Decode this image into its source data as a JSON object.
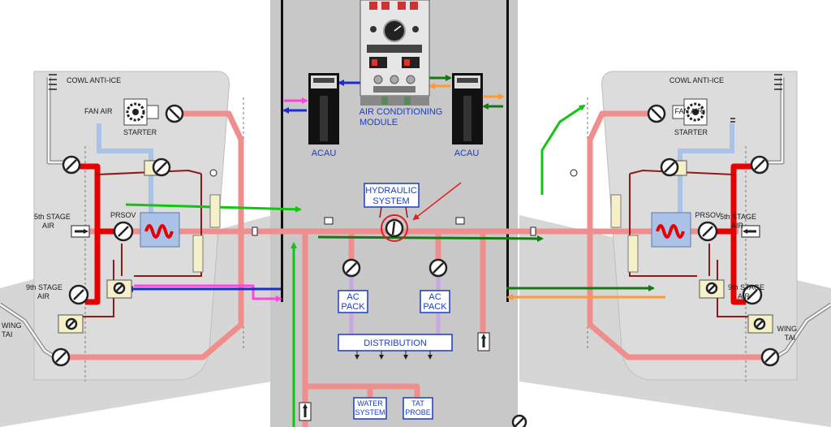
{
  "labels": {
    "cowl_left": "COWL ANTI-ICE",
    "cowl_right": "COWL ANTI-ICE",
    "fan_air_left": "FAN AIR",
    "fan_air_right": "FAN AIR",
    "starter_left": "STARTER",
    "starter_right": "STARTER",
    "fifth_stage_left": [
      "5th STAGE",
      "AIR"
    ],
    "fifth_stage_right": [
      "5th STAGE",
      "AIR"
    ],
    "ninth_stage_left": [
      "9th STAGE",
      "AIR"
    ],
    "ninth_stage_right": [
      "9th STAGE",
      "AIR"
    ],
    "prsov_left": "PRSOV",
    "prsov_right": "PRSOV",
    "wing_tai_left": [
      "WING",
      "TAI"
    ],
    "wing_tai_right": [
      "WING",
      "TAI"
    ],
    "acau_left": "ACAU",
    "acau_right": "ACAU",
    "air_conditioning_module": [
      "AIR CONDITIONING",
      "MODULE"
    ],
    "hydraulic_system": [
      "HYDRAULIC",
      "SYSTEM"
    ],
    "ac_pack_left": [
      "AC",
      "PACK"
    ],
    "ac_pack_right": [
      "AC",
      "PACK"
    ],
    "distribution": "DISTRIBUTION",
    "water_system": [
      "WATER",
      "SYSTEM"
    ],
    "tat_probe": [
      "TAT",
      "PROBE"
    ]
  },
  "colors": {
    "duct_hot": "#f08e8e",
    "duct_bleed": "#e60000",
    "duct_dark": "#8e1a1a",
    "duct_fan": "#a9c2e6",
    "flow_green": "#13c513",
    "flow_dark_green": "#117a11",
    "flow_magenta": "#ff44dd",
    "flow_blue": "#1a2bd8",
    "flow_orange": "#ff9933",
    "fuselage": "#c8c8c8",
    "nacelle": "#dadada",
    "label_blue": "#1a3cc8",
    "highlight": "#e02020"
  }
}
